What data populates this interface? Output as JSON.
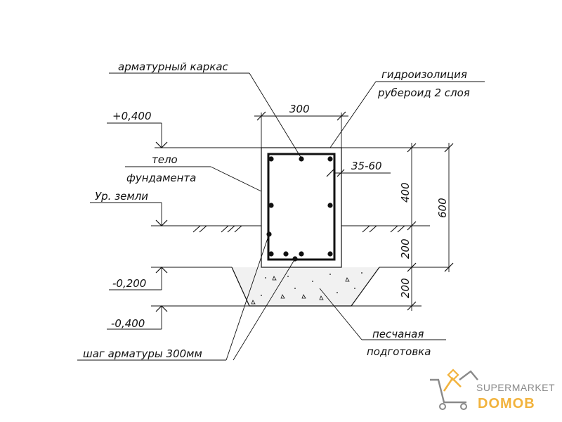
{
  "labels": {
    "rebar_cage": "арматурный каркас",
    "waterproof_line1": "гидроизолиция",
    "waterproof_line2": "рубероид 2 слоя",
    "width": "300",
    "elev_top": "+0,400",
    "body_line1": "тело",
    "body_line2": "фундамента",
    "cover": "35-60",
    "ground": "Ур. земли",
    "h_upper": "400",
    "h_total": "600",
    "h_lower": "200",
    "h_sand": "200",
    "elev_m200": "-0,200",
    "elev_m400": "-0,400",
    "sand_line1": "песчаная",
    "sand_line2": "подготовка",
    "rebar_step": "шаг арматуры 300мм"
  },
  "logo": {
    "line1": "SUPERMARKET",
    "line2": "DOMOB",
    "accent_color": "#f2b33d",
    "gray_color": "#8a8a8a"
  }
}
